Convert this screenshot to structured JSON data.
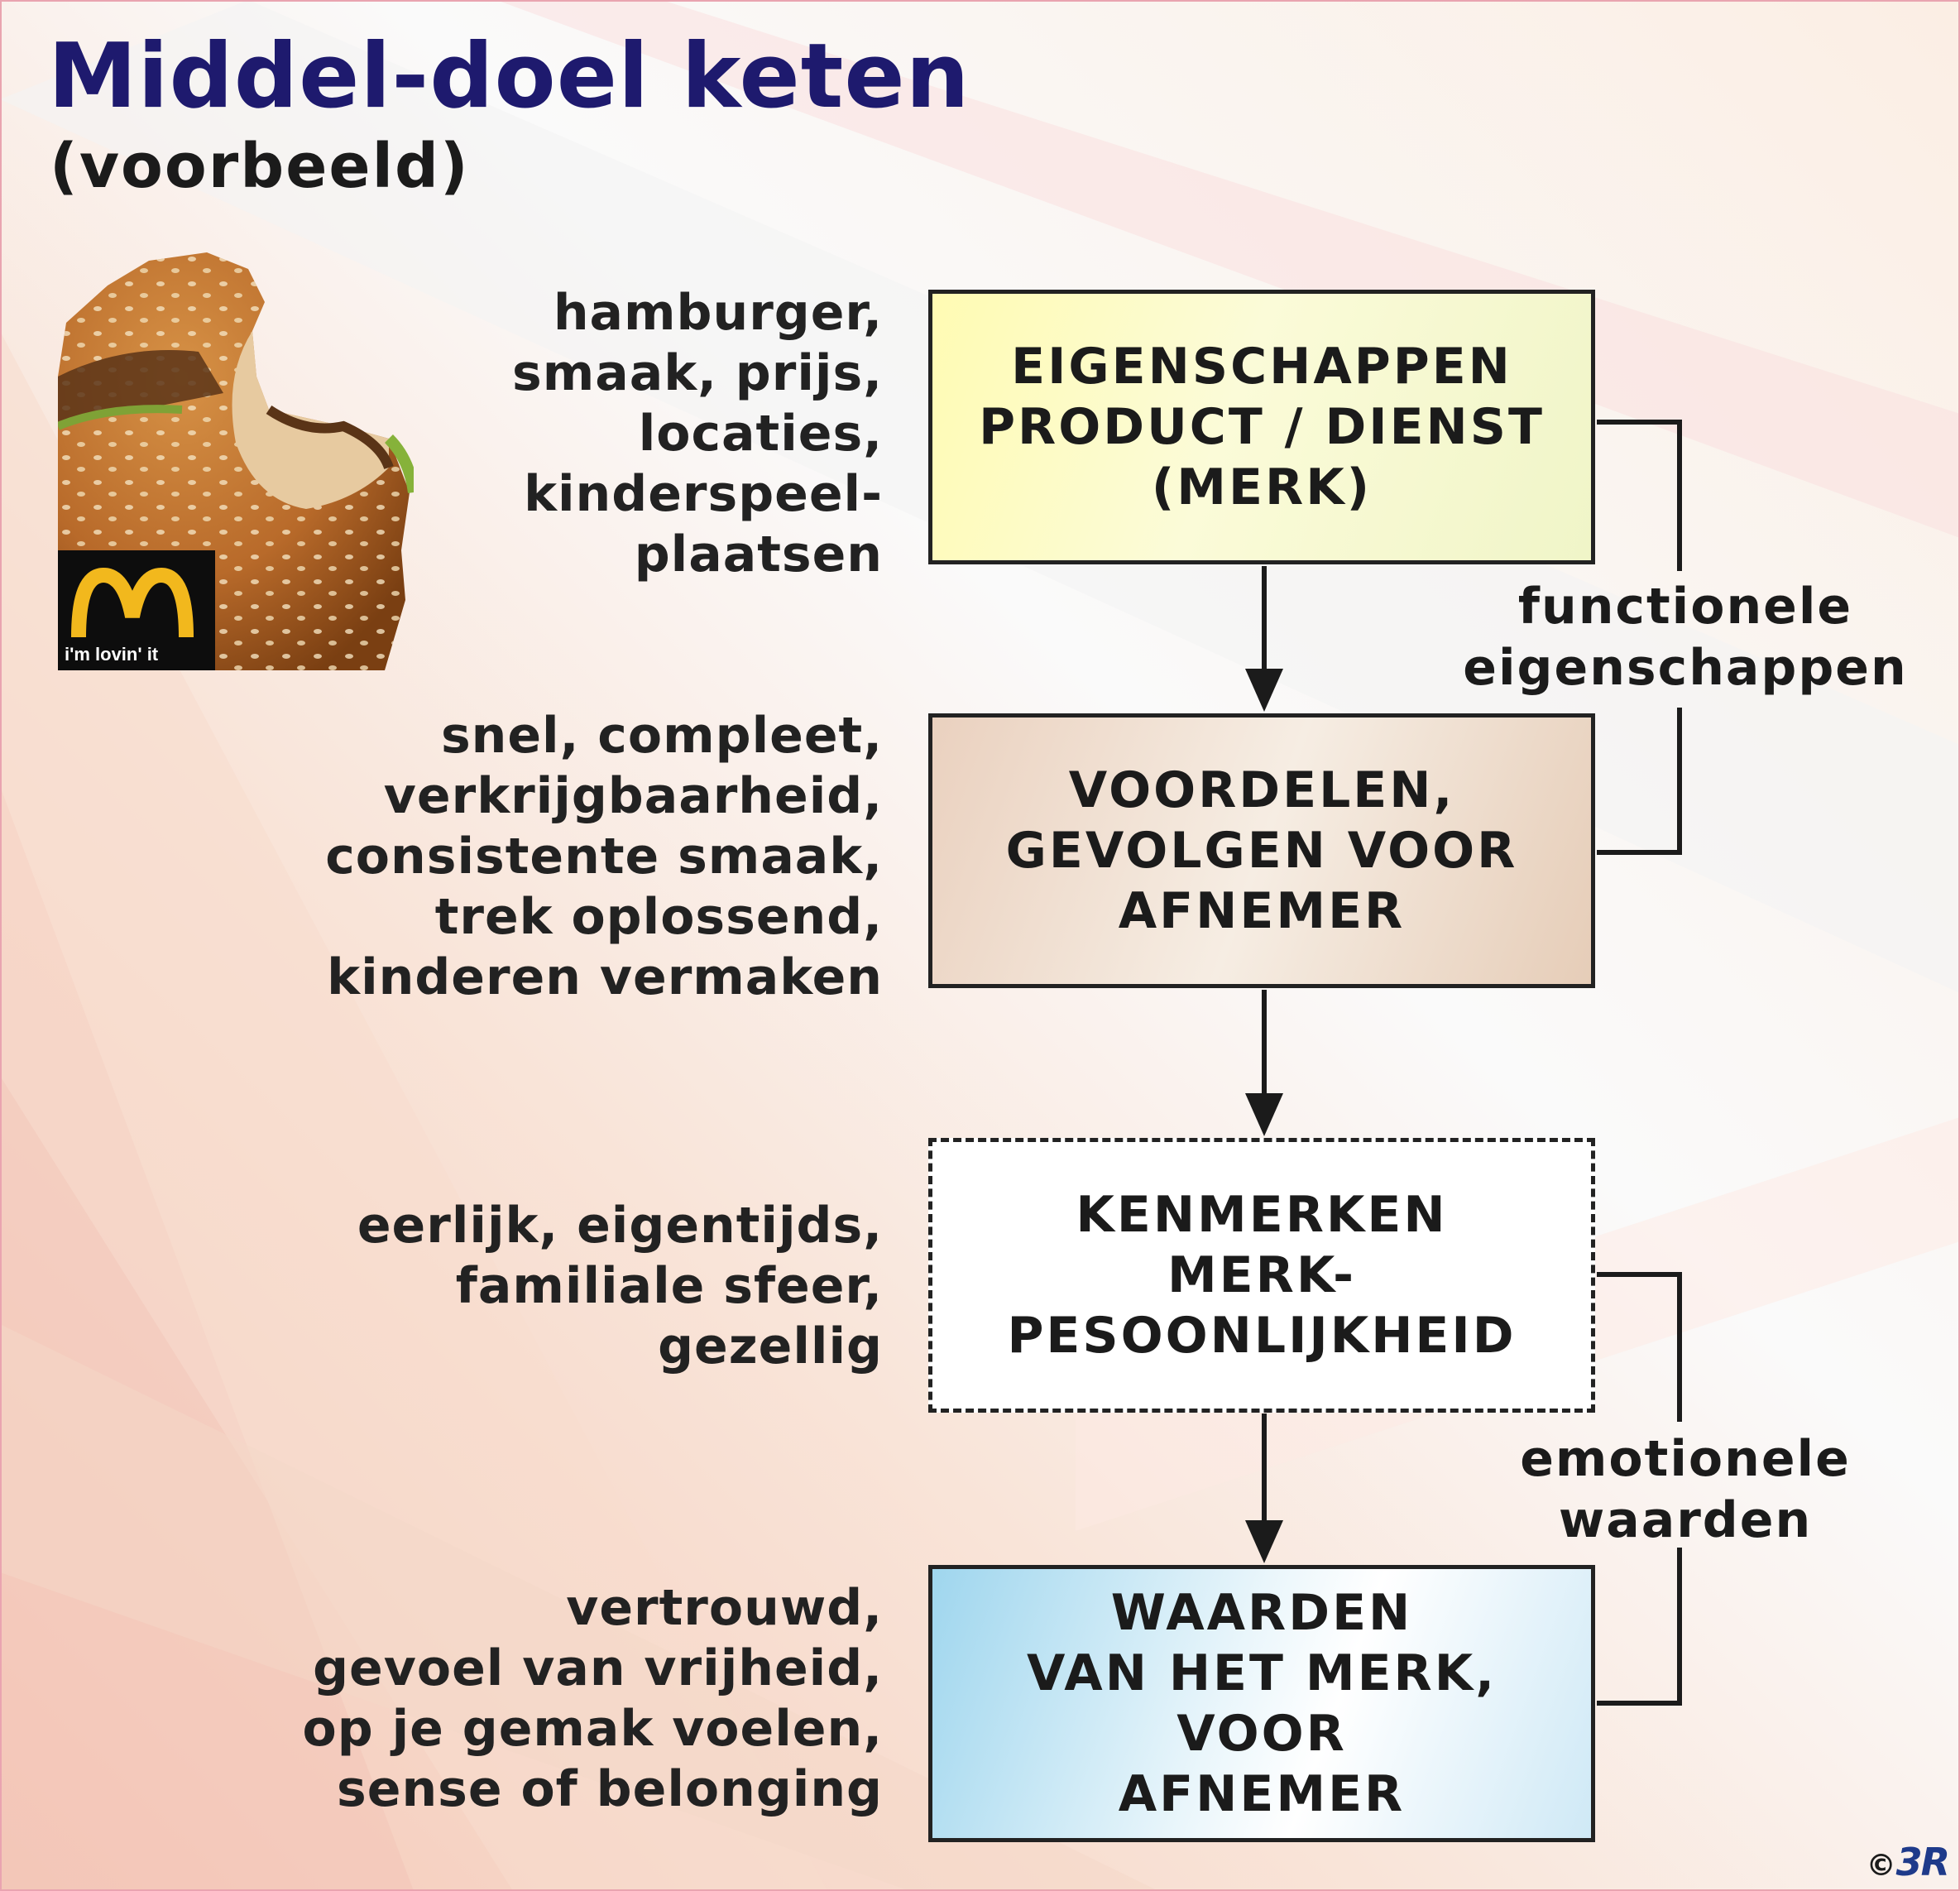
{
  "title": "Middel-doel keten",
  "subtitle": "(voorbeeld)",
  "chain": [
    {
      "lines": [
        "EIGENSCHAPPEN",
        "PRODUCT / DIENST",
        "(MERK)"
      ],
      "examples": [
        "hamburger,",
        "smaak, prijs,",
        "locaties,",
        "kinderspeel-",
        "plaatsen"
      ],
      "border": "solid"
    },
    {
      "lines": [
        "VOORDELEN,",
        "GEVOLGEN VOOR",
        "AFNEMER"
      ],
      "examples": [
        "snel, compleet,",
        "verkrijgbaarheid,",
        "consistente smaak,",
        "trek oplossend,",
        "kinderen vermaken"
      ],
      "border": "solid"
    },
    {
      "lines": [
        "KENMERKEN",
        "MERK-",
        "PESOONLIJKHEID"
      ],
      "examples": [
        "eerlijk, eigentijds,",
        "familiale sfeer,",
        "gezellig"
      ],
      "border": "dashed"
    },
    {
      "lines": [
        "WAARDEN",
        "VAN HET MERK,",
        "VOOR",
        "AFNEMER"
      ],
      "examples": [
        "vertrouwd,",
        "gevoel van vrijheid,",
        "op je gemak voelen,",
        "sense of belonging"
      ],
      "border": "solid"
    }
  ],
  "groups": [
    {
      "lines": [
        "functionele",
        "eigenschappen"
      ]
    },
    {
      "lines": [
        "emotionele",
        "waarden"
      ]
    }
  ],
  "logo": {
    "tagline": "i'm lovin' it",
    "letter": "M"
  },
  "copyright": {
    "symbol": "©",
    "brand": "3R"
  },
  "colors": {
    "title": "#1e1a6e",
    "text": "#1b1b1b",
    "logo_gold": "#f2b81d"
  }
}
